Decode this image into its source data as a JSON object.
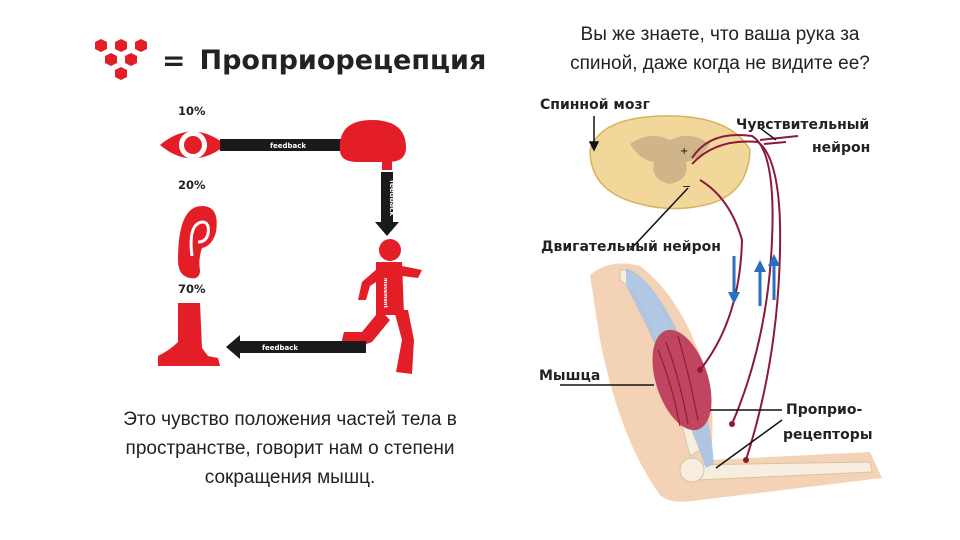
{
  "title": {
    "equals": "=",
    "text": "Проприорецепция"
  },
  "feedback_chain": {
    "percent_eye": "10%",
    "percent_ear": "20%",
    "percent_leg": "70%",
    "arrow_labels": {
      "top": "feedback",
      "vertical": "feedback",
      "bottom": "feedback",
      "body": "movement"
    }
  },
  "left_caption": [
    "Это чувство положения частей тела в",
    "пространстве, говорит нам о степени",
    "сокращения мышц."
  ],
  "right_question": [
    "Вы же знаете, что ваша рука за",
    "спиной, даже когда не видите ее?"
  ],
  "anatomy_labels": {
    "spinal_cord": "Спинной мозг",
    "sensory_neuron": [
      "Чувствительный",
      "нейрон"
    ],
    "motor_neuron": "Двигательный нейрон",
    "muscle": "Мышца",
    "proprioceptors": [
      "Проприо-",
      "рецепторы"
    ],
    "plus": "+",
    "minus": "−"
  },
  "colors": {
    "brand_red": "#e41e26",
    "dark": "#1a1a1a",
    "nerve": "#8b1a3a",
    "arrow_blue": "#2a6fc2"
  }
}
